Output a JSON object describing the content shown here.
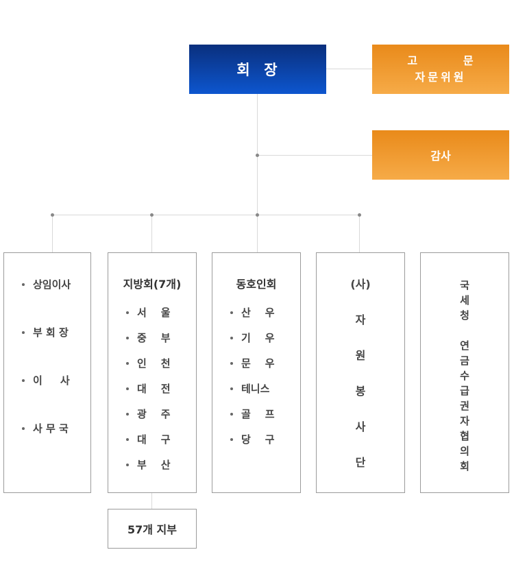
{
  "president": {
    "label": "회  장"
  },
  "advisory": {
    "line1": "고          문",
    "line2": "자문위원"
  },
  "auditor": {
    "label": "감사"
  },
  "columns": {
    "standing": {
      "items": [
        "상임이사",
        "부 회 장",
        "이     사",
        "사 무 국"
      ]
    },
    "regional": {
      "title": "지방회(7개)",
      "items": [
        "서    울",
        "중    부",
        "인    천",
        "대    전",
        "광    주",
        "대    구",
        "부    산"
      ]
    },
    "clubs": {
      "title": "동호인회",
      "items": [
        "산    우",
        "기    우",
        "문    우",
        "테니스",
        "골    프",
        "당    구"
      ]
    },
    "volunteer": {
      "chars": [
        "(사)",
        "자",
        "원",
        "봉",
        "사",
        "단"
      ]
    },
    "pension": {
      "chars": [
        "국",
        "세",
        "청",
        "",
        "연",
        "금",
        "수",
        "급",
        "권",
        "자",
        "협",
        "의",
        "회"
      ]
    }
  },
  "branch": {
    "label": "57개 지부"
  },
  "colors": {
    "president_top": "#0a2f7d",
    "president_bottom": "#0d56cf",
    "orange_top": "#e98a1a",
    "orange_bottom": "#f6ab48",
    "box_border": "#9a9a9a",
    "connector": "#d9d9d9"
  }
}
